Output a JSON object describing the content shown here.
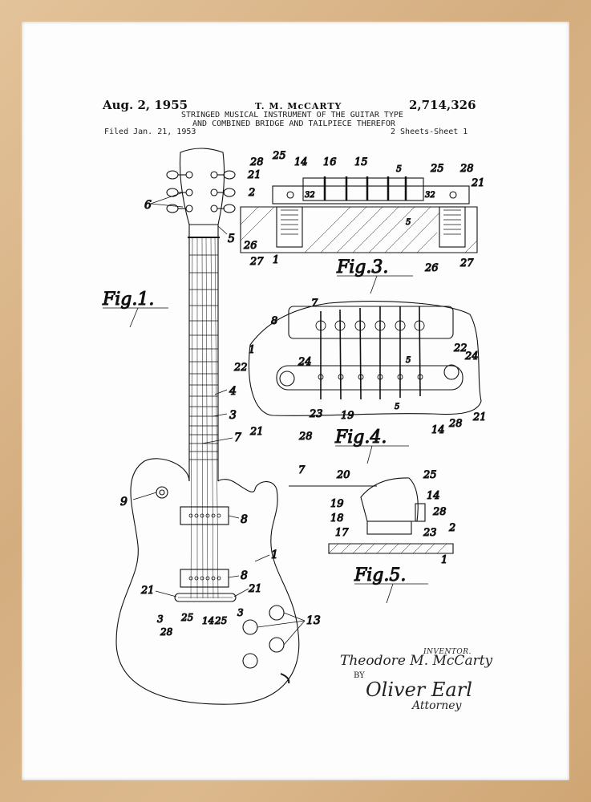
{
  "patent": {
    "date": "Aug. 2, 1955",
    "inventor_header": "T. M. McCARTY",
    "number": "2,714,326",
    "title_line1": "STRINGED MUSICAL INSTRUMENT OF THE GUITAR TYPE",
    "title_line2": "AND COMBINED BRIDGE AND TAILPIECE THEREFOR",
    "filed": "Filed Jan. 21, 1953",
    "sheets": "2 Sheets-Sheet 1"
  },
  "figures": {
    "fig1": "Fig.1.",
    "fig3": "Fig.3.",
    "fig4": "Fig.4.",
    "fig5": "Fig.5."
  },
  "ref_numbers": {
    "fig1": [
      "6",
      "5",
      "4",
      "3",
      "7",
      "9",
      "8",
      "1",
      "8",
      "21",
      "21",
      "3",
      "25",
      "14",
      "25",
      "3",
      "28",
      "13"
    ],
    "fig3": [
      "28",
      "25",
      "14",
      "16",
      "15",
      "5",
      "25",
      "28",
      "21",
      "32",
      "32",
      "21",
      "2",
      "5",
      "26",
      "27",
      "1",
      "26",
      "27"
    ],
    "fig4": [
      "7",
      "8",
      "1",
      "22",
      "24",
      "22",
      "24",
      "5",
      "5",
      "23",
      "19",
      "21",
      "28",
      "14",
      "28",
      "21"
    ],
    "fig5": [
      "7",
      "20",
      "25",
      "14",
      "19",
      "18",
      "28",
      "17",
      "23",
      "2",
      "1"
    ]
  },
  "signature": {
    "inventor_label": "INVENTOR.",
    "inventor_name": "Theodore M. McCarty",
    "by": "BY",
    "attorney_sig": "Oliver Earl",
    "attorney_label": "Attorney"
  }
}
